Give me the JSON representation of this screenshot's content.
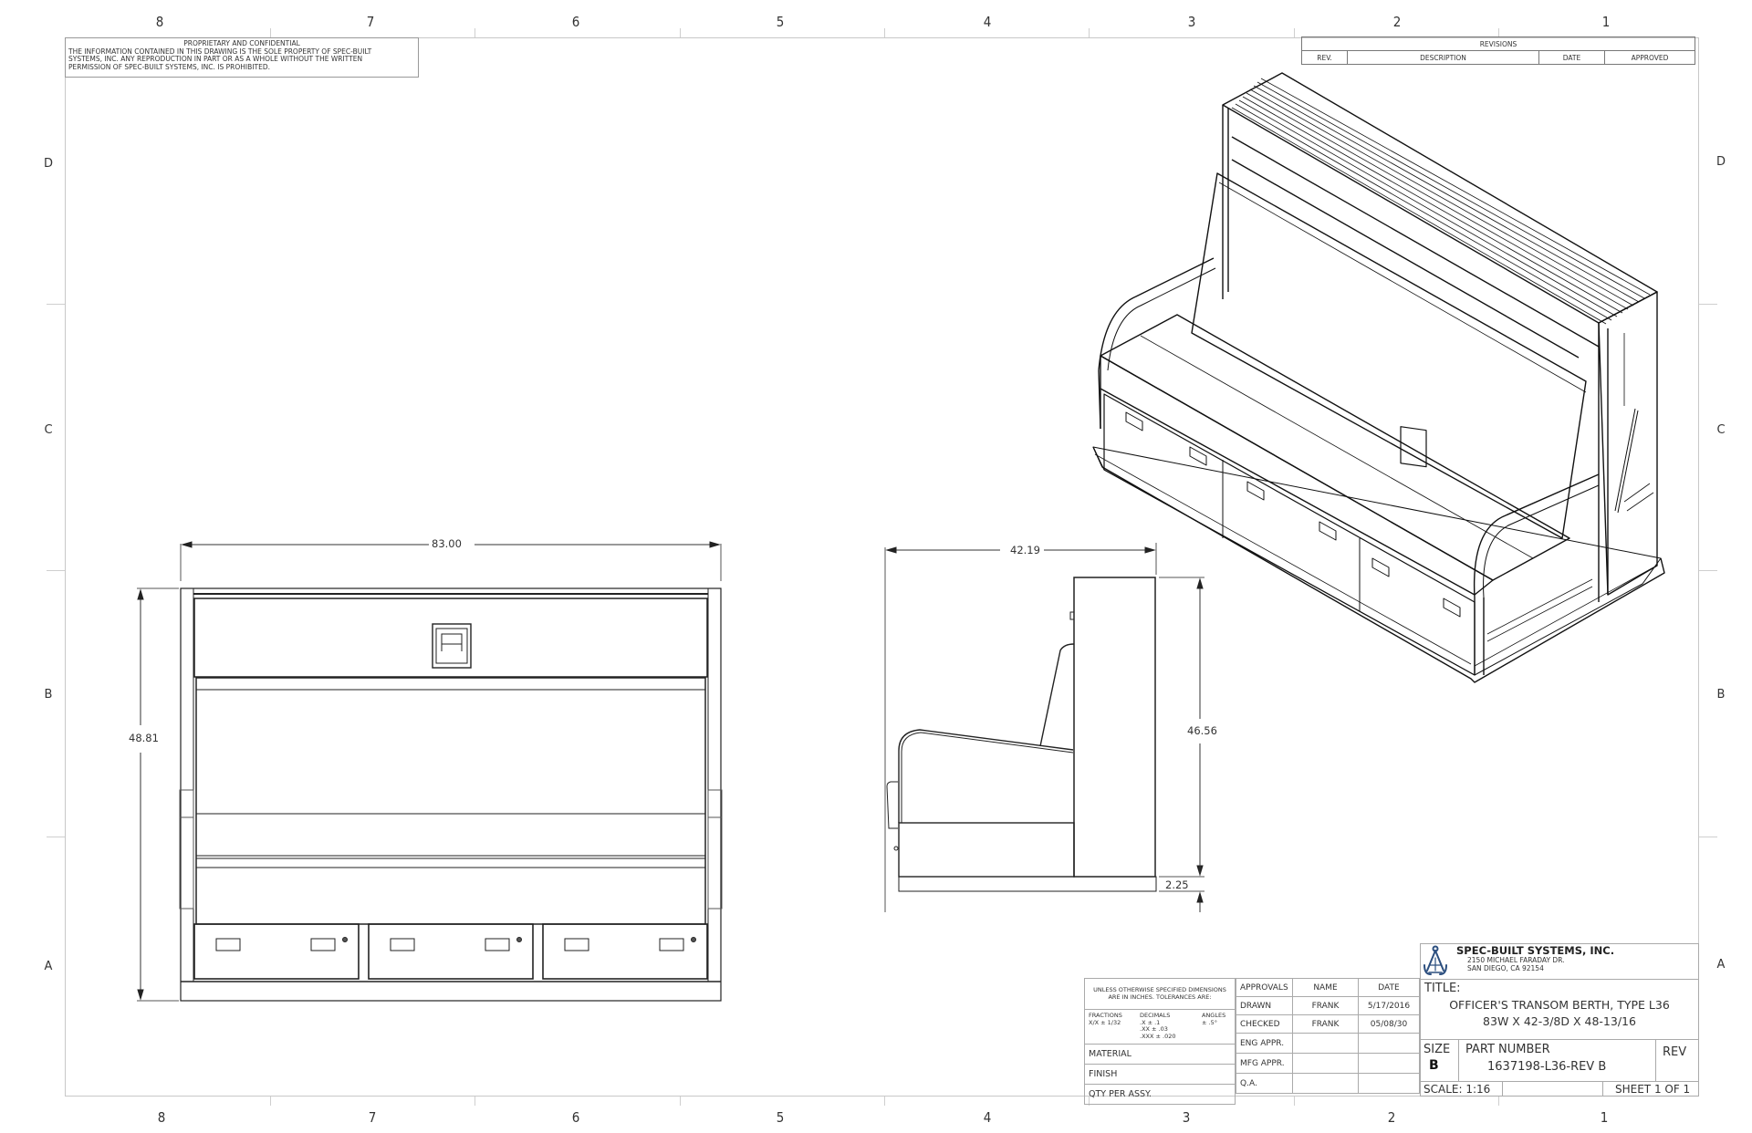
{
  "sheet": {
    "zone_columns": [
      "8",
      "7",
      "6",
      "5",
      "4",
      "3",
      "2",
      "1"
    ],
    "zone_rows": [
      "D",
      "C",
      "B",
      "A"
    ]
  },
  "proprietary_notice": {
    "title": "PROPRIETARY AND CONFIDENTIAL",
    "line1": "THE INFORMATION CONTAINED IN THIS DRAWING IS THE SOLE PROPERTY OF SPEC-BUILT",
    "line2": "SYSTEMS, INC.  ANY REPRODUCTION IN PART OR AS A WHOLE WITHOUT THE WRITTEN",
    "line3": "PERMISSION OF SPEC-BUILT SYSTEMS, INC. IS PROHIBITED."
  },
  "revisions": {
    "title": "REVISIONS",
    "columns": [
      "REV.",
      "DESCRIPTION",
      "DATE",
      "APPROVED"
    ],
    "rows": []
  },
  "views": {
    "front": {
      "name": "Front View",
      "width_dim": "83.00",
      "height_dim": "48.81",
      "drawers": 3
    },
    "side": {
      "name": "Side View",
      "depth_dim": "42.19",
      "height_dim": "46.56",
      "base_dim": "2.25"
    },
    "isometric": {
      "name": "Isometric View"
    }
  },
  "title_block": {
    "tolerances": {
      "header1": "UNLESS OTHERWISE SPECIFIED DIMENSIONS",
      "header2": "ARE IN INCHES.  TOLERANCES ARE:",
      "fractions_label": "FRACTIONS",
      "fractions_value": "X/X ± 1/32",
      "decimals_label": "DECIMALS",
      "decimals_x": ".X    ± .1",
      "decimals_xx": ".XX   ± .03",
      "decimals_xxx": ".XXX ± .020",
      "angles_label": "ANGLES",
      "angles_value": "± .5°"
    },
    "material_label": "MATERIAL",
    "finish_label": "FINISH",
    "qty_label": "QTY PER ASSY.",
    "approvals": {
      "header": "APPROVALS",
      "name_header": "NAME",
      "date_header": "DATE",
      "rows": [
        {
          "role": "DRAWN",
          "name": "FRANK",
          "date": "5/17/2016"
        },
        {
          "role": "CHECKED",
          "name": "FRANK",
          "date": "05/08/30"
        },
        {
          "role": "ENG APPR.",
          "name": "",
          "date": ""
        },
        {
          "role": "MFG APPR.",
          "name": "",
          "date": ""
        },
        {
          "role": "Q.A.",
          "name": "",
          "date": ""
        }
      ]
    },
    "company": {
      "name": "SPEC-BUILT SYSTEMS, INC.",
      "address1": "2150 MICHAEL FARADAY DR.",
      "address2": "SAN DIEGO, CA 92154",
      "logo": "compass-logo-icon"
    },
    "title_label": "TITLE:",
    "title_line1": "OFFICER'S TRANSOM BERTH, TYPE L36",
    "title_line2": "83W X 42-3/8D X 48-13/16",
    "size_label": "SIZE",
    "size_value": "B",
    "part_number_label": "PART NUMBER",
    "part_number": "1637198-L36-REV B",
    "rev_label": "REV",
    "scale": "SCALE: 1:16",
    "sheet": "SHEET 1 OF 1"
  }
}
